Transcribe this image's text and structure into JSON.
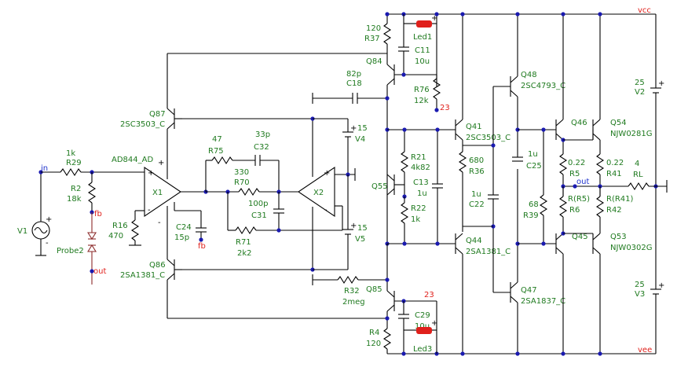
{
  "labels": {
    "vcc": "vcc",
    "vee": "vee",
    "in": "in",
    "fb1": "fb",
    "fb2": "fb",
    "out1": "out",
    "out2": "out",
    "n23a": "23",
    "n23b": "23",
    "probe": "Probe2"
  },
  "components": {
    "R37": {
      "name": "R37",
      "value": "120"
    },
    "Led1": {
      "name": "Led1"
    },
    "C11": {
      "name": "C11",
      "value": "10u"
    },
    "Q84": {
      "name": "Q84"
    },
    "C18": {
      "name": "C18",
      "value": "82p"
    },
    "R76": {
      "name": "R76",
      "value": "12k"
    },
    "Q48": {
      "name": "Q48",
      "value": "2SC4793_C"
    },
    "Q87": {
      "name": "Q87",
      "value": "2SC3503_C"
    },
    "R75": {
      "name": "R75",
      "value": "47"
    },
    "C32": {
      "name": "C32",
      "value": "33p"
    },
    "V4": {
      "name": "V4",
      "value": "15"
    },
    "R29": {
      "name": "R29",
      "value": "1k"
    },
    "X1": {
      "name": "X1",
      "value": "AD844_AD"
    },
    "R70": {
      "name": "R70",
      "value": "330"
    },
    "X2": {
      "name": "X2"
    },
    "R2": {
      "name": "R2",
      "value": "18k"
    },
    "C31": {
      "name": "C31",
      "value": "100p"
    },
    "R16": {
      "name": "R16",
      "value": "470"
    },
    "C24": {
      "name": "C24",
      "value": "15p"
    },
    "R71": {
      "name": "R71",
      "value": "2k2"
    },
    "V5": {
      "name": "V5",
      "value": "15"
    },
    "V1": {
      "name": "V1"
    },
    "Q86": {
      "name": "Q86",
      "value": "2SA1381_C"
    },
    "R21": {
      "name": "R21",
      "value": "4k82"
    },
    "C13": {
      "name": "C13",
      "value": "1u"
    },
    "Q55": {
      "name": "Q55"
    },
    "R22": {
      "name": "R22",
      "value": "1k"
    },
    "Q41": {
      "name": "Q41",
      "value": "2SC3503_C"
    },
    "R36": {
      "name": "R36",
      "value": "680"
    },
    "C22": {
      "name": "C22",
      "value": "1u"
    },
    "Q44": {
      "name": "Q44",
      "value": "2SA1381_C"
    },
    "C25": {
      "name": "C25",
      "value": "1u"
    },
    "R39": {
      "name": "R39",
      "value": "68"
    },
    "Q47": {
      "name": "Q47",
      "value": "2SA1837_C"
    },
    "Q46": {
      "name": "Q46"
    },
    "Q54": {
      "name": "Q54",
      "value": "NJW0281G"
    },
    "R5": {
      "name": "R5",
      "value": "0.22"
    },
    "R41": {
      "name": "R41",
      "value": "0.22"
    },
    "R6": {
      "name": "R6",
      "value": "R(R5)"
    },
    "R42": {
      "name": "R42",
      "value": "R(R41)"
    },
    "Q45": {
      "name": "Q45"
    },
    "Q53": {
      "name": "Q53",
      "value": "NJW0302G"
    },
    "RL": {
      "name": "RL",
      "value": "4"
    },
    "V2": {
      "name": "V2",
      "value": "25"
    },
    "V3": {
      "name": "V3",
      "value": "25"
    },
    "R32": {
      "name": "R32",
      "value": "2meg"
    },
    "Q85": {
      "name": "Q85"
    },
    "R4": {
      "name": "R4",
      "value": "120"
    },
    "C29": {
      "name": "C29",
      "value": "10u"
    },
    "Led3": {
      "name": "Led3"
    }
  },
  "colors": {
    "wire": "#000000",
    "label": "#1f7a1f",
    "node": "#1a1ab0",
    "netname": "#e0201b",
    "led": "#e0201b"
  }
}
